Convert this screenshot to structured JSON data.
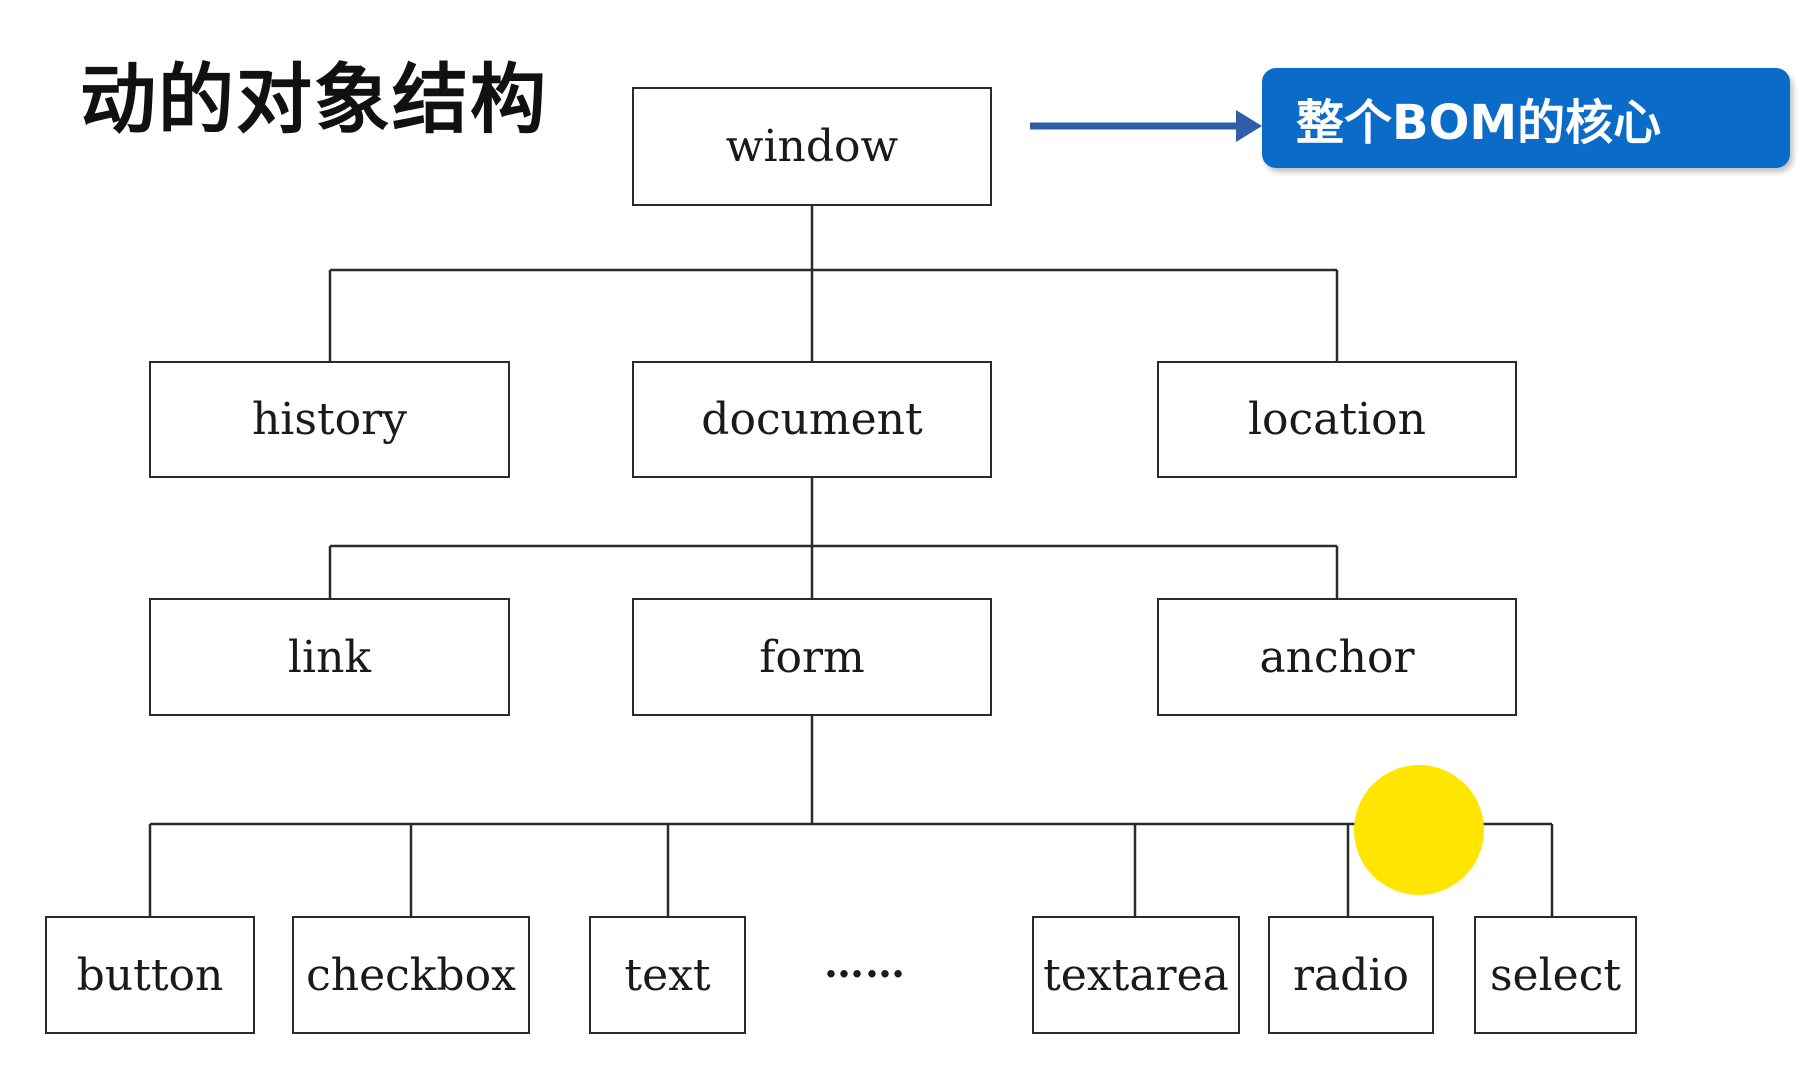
{
  "title": "动的对象结构",
  "callout": {
    "label": "整个BOM的核心",
    "color": "#0a6cc8"
  },
  "nodes": {
    "window": "window",
    "history": "history",
    "document": "document",
    "location": "location",
    "link": "link",
    "form": "form",
    "anchor": "anchor",
    "button": "button",
    "checkbox": "checkbox",
    "text": "text",
    "ellipsis": "……",
    "textarea": "textarea",
    "radio": "radio",
    "select": "select"
  },
  "colors": {
    "line": "#2b2b2b",
    "arrow": "#2f5ea8",
    "highlight": "#ffe500"
  }
}
